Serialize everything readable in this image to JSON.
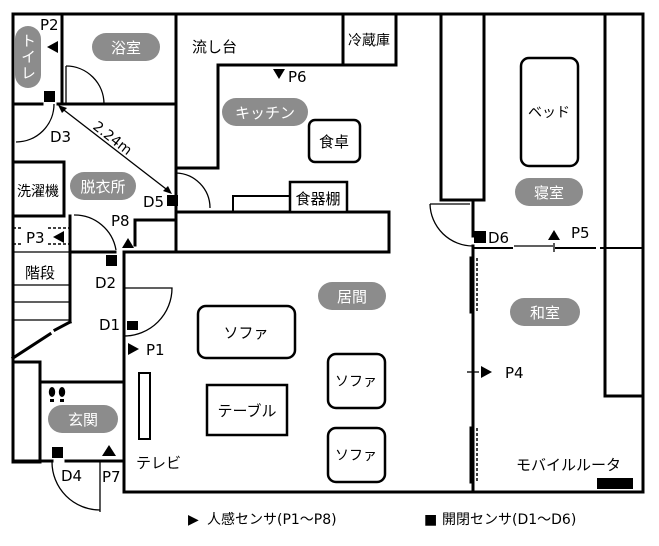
{
  "rooms": {
    "toilet": "トイレ",
    "bathroom": "浴室",
    "dressing": "脱衣所",
    "kitchen": "キッチン",
    "bedroom": "寝室",
    "living": "居間",
    "japanese_room": "和室",
    "entrance": "玄関"
  },
  "furniture": {
    "sink": "流し台",
    "fridge": "冷蔵庫",
    "dining_table": "食卓",
    "cupboard": "食器棚",
    "bed": "ベッド",
    "washer": "洗濯機",
    "stairs": "階段",
    "sofa_1": "ソファ",
    "sofa_2": "ソファ",
    "sofa_3": "ソファ",
    "table": "テーブル",
    "tv": "テレビ",
    "router": "モバイルルータ"
  },
  "distance": "2.24m",
  "motion_sensors": [
    "P1",
    "P2",
    "P3",
    "P4",
    "P5",
    "P6",
    "P7",
    "P8"
  ],
  "door_sensors": [
    "D1",
    "D2",
    "D3",
    "D4",
    "D5",
    "D6"
  ],
  "legend": {
    "motion_symbol": "▶",
    "motion_label": "人感センサ(P1～P8)",
    "door_symbol": "■",
    "door_label": "開閉センサ(D1～D6)"
  },
  "colors": {
    "pill": "#8c8c8c",
    "wall": "#000000"
  }
}
